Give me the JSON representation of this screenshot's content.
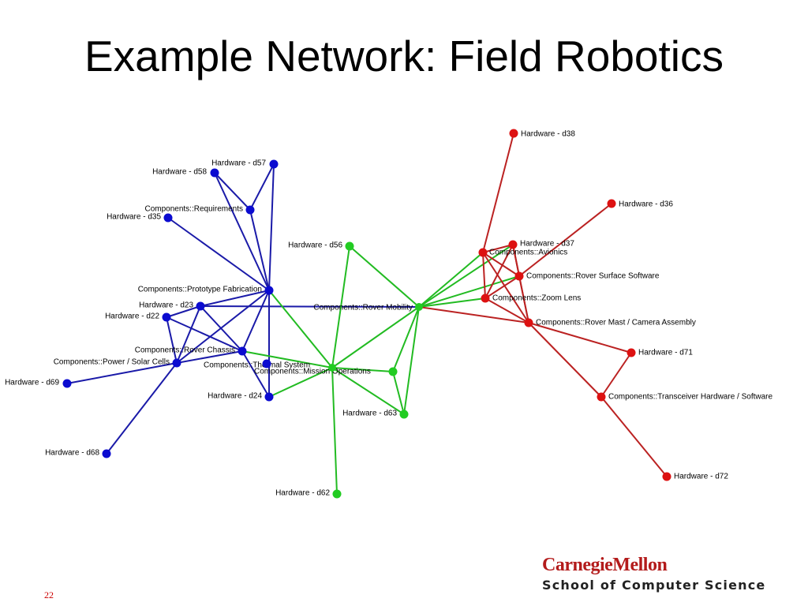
{
  "slide": {
    "title": "Example Network: Field Robotics",
    "number": "22"
  },
  "logo": {
    "name": "CarnegieMellon",
    "school": "School of Computer Science"
  },
  "colors": {
    "blue": "#0b0bd0",
    "green": "#22cc22",
    "red": "#dd1111",
    "edge_blue": "#1a1aa8",
    "edge_green": "#22bb22",
    "edge_red": "#bb2222"
  },
  "graph": {
    "nodes": [
      {
        "id": "d57",
        "label": "Hardware - d57",
        "group": "blue"
      },
      {
        "id": "d58",
        "label": "Hardware - d58",
        "group": "blue"
      },
      {
        "id": "req",
        "label": "Components::Requirements",
        "group": "blue"
      },
      {
        "id": "d35",
        "label": "Hardware - d35",
        "group": "blue"
      },
      {
        "id": "proto",
        "label": "Components::Prototype Fabrication",
        "group": "blue"
      },
      {
        "id": "d23",
        "label": "Hardware - d23",
        "group": "blue"
      },
      {
        "id": "d22",
        "label": "Hardware - d22",
        "group": "blue"
      },
      {
        "id": "chassis",
        "label": "Components::Rover Chassis",
        "group": "blue"
      },
      {
        "id": "power",
        "label": "Components::Power / Solar Cells",
        "group": "blue"
      },
      {
        "id": "thermal",
        "label": "Components::Thermal System",
        "group": "blue"
      },
      {
        "id": "d69",
        "label": "Hardware - d69",
        "group": "blue"
      },
      {
        "id": "d24",
        "label": "Hardware - d24",
        "group": "blue"
      },
      {
        "id": "d68",
        "label": "Hardware - d68",
        "group": "blue"
      },
      {
        "id": "d56",
        "label": "Hardware - d56",
        "group": "green"
      },
      {
        "id": "mobility",
        "label": "Components::Rover Mobility",
        "group": "green"
      },
      {
        "id": "mission",
        "label": "Components::Mission Operations",
        "group": "green"
      },
      {
        "id": "mission2",
        "label": "",
        "group": "green"
      },
      {
        "id": "d63",
        "label": "Hardware - d63",
        "group": "green"
      },
      {
        "id": "d62",
        "label": "Hardware - d62",
        "group": "green"
      },
      {
        "id": "d38",
        "label": "Hardware - d38",
        "group": "red"
      },
      {
        "id": "d36",
        "label": "Hardware - d36",
        "group": "red"
      },
      {
        "id": "d37",
        "label": "Hardware - d37",
        "group": "red"
      },
      {
        "id": "avionics",
        "label": "Components::Avionics",
        "group": "red"
      },
      {
        "id": "surface",
        "label": "Components::Rover Surface Software",
        "group": "red"
      },
      {
        "id": "zoom",
        "label": "Components::Zoom Lens",
        "group": "red"
      },
      {
        "id": "mast",
        "label": "Components::Rover Mast / Camera Assembly",
        "group": "red"
      },
      {
        "id": "d71",
        "label": "Hardware - d71",
        "group": "red"
      },
      {
        "id": "transceiver",
        "label": "Components::Transceiver Hardware / Software",
        "group": "red"
      },
      {
        "id": "d72",
        "label": "Hardware - d72",
        "group": "red"
      }
    ],
    "edges": [
      [
        "d58",
        "req",
        "blue"
      ],
      [
        "d57",
        "req",
        "blue"
      ],
      [
        "d57",
        "proto",
        "blue"
      ],
      [
        "d58",
        "proto",
        "blue"
      ],
      [
        "req",
        "proto",
        "blue"
      ],
      [
        "d35",
        "proto",
        "blue"
      ],
      [
        "proto",
        "d23",
        "blue"
      ],
      [
        "proto",
        "chassis",
        "blue"
      ],
      [
        "proto",
        "power",
        "blue"
      ],
      [
        "proto",
        "d24",
        "blue"
      ],
      [
        "d23",
        "chassis",
        "blue"
      ],
      [
        "d23",
        "power",
        "blue"
      ],
      [
        "d23",
        "d22",
        "blue"
      ],
      [
        "d22",
        "chassis",
        "blue"
      ],
      [
        "d22",
        "power",
        "blue"
      ],
      [
        "chassis",
        "power",
        "blue"
      ],
      [
        "chassis",
        "d24",
        "blue"
      ],
      [
        "power",
        "d69",
        "blue"
      ],
      [
        "power",
        "d68",
        "blue"
      ],
      [
        "d23",
        "mobility",
        "blue"
      ],
      [
        "d56",
        "mission",
        "green"
      ],
      [
        "proto",
        "mission",
        "green"
      ],
      [
        "chassis",
        "mission",
        "green"
      ],
      [
        "mobility",
        "mission",
        "green"
      ],
      [
        "d24",
        "mission",
        "green"
      ],
      [
        "mission",
        "mission2",
        "green"
      ],
      [
        "mission",
        "d63",
        "green"
      ],
      [
        "mission2",
        "d63",
        "green"
      ],
      [
        "mission",
        "d62",
        "green"
      ],
      [
        "d56",
        "mobility",
        "green"
      ],
      [
        "mobility",
        "d63",
        "green"
      ],
      [
        "mobility",
        "mission2",
        "green"
      ],
      [
        "mobility",
        "avionics",
        "green"
      ],
      [
        "mobility",
        "d37",
        "green"
      ],
      [
        "mobility",
        "zoom",
        "green"
      ],
      [
        "mobility",
        "surface",
        "green"
      ],
      [
        "mobility",
        "mast",
        "red"
      ],
      [
        "d38",
        "avionics",
        "red"
      ],
      [
        "d36",
        "surface",
        "red"
      ],
      [
        "avionics",
        "surface",
        "red"
      ],
      [
        "avionics",
        "zoom",
        "red"
      ],
      [
        "avionics",
        "mast",
        "red"
      ],
      [
        "d37",
        "avionics",
        "red"
      ],
      [
        "d37",
        "surface",
        "red"
      ],
      [
        "d37",
        "zoom",
        "red"
      ],
      [
        "d37",
        "mast",
        "red"
      ],
      [
        "surface",
        "zoom",
        "red"
      ],
      [
        "surface",
        "mast",
        "red"
      ],
      [
        "zoom",
        "mast",
        "red"
      ],
      [
        "mast",
        "d71",
        "red"
      ],
      [
        "mast",
        "transceiver",
        "red"
      ],
      [
        "d71",
        "transceiver",
        "red"
      ],
      [
        "transceiver",
        "d72",
        "red"
      ]
    ]
  }
}
